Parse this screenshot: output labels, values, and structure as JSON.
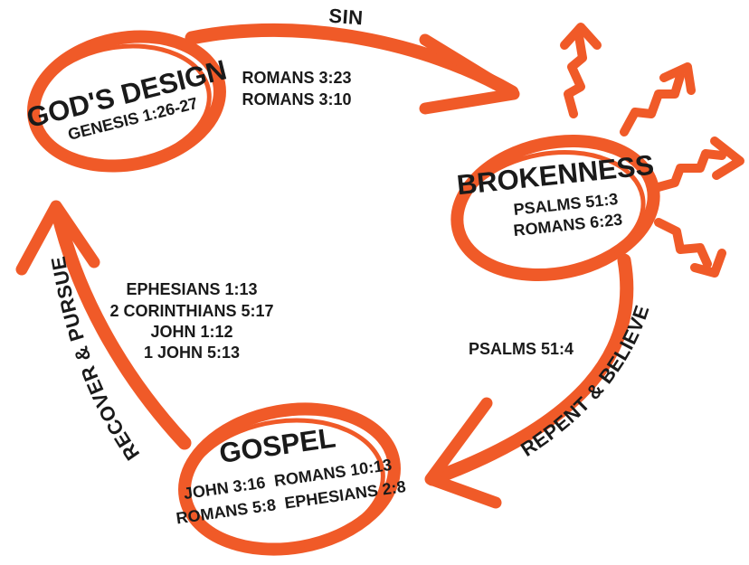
{
  "colors": {
    "accent": "#f05a28",
    "text": "#1a1a1a",
    "background": "#ffffff"
  },
  "nodes": {
    "design": {
      "title": "GOD'S DESIGN",
      "refs": [
        "GENESIS 1:26-27"
      ]
    },
    "brokenness": {
      "title": "BROKENNESS",
      "refs": [
        "PSALMS 51:3",
        "ROMANS 6:23"
      ]
    },
    "gospel": {
      "title": "GOSPEL",
      "refs": [
        "JOHN 3:16  ROMANS 10:13",
        "ROMANS 5:8  EPHESIANS 2:8"
      ]
    }
  },
  "edges": {
    "sin": {
      "label": "SIN",
      "verses": [
        "ROMANS 3:23",
        "ROMANS 3:10"
      ]
    },
    "repent": {
      "label": "REPENT & BELIEVE",
      "verses": [
        "PSALMS 51:4"
      ]
    },
    "recover": {
      "label": "RECOVER & PURSUE",
      "verses": [
        "EPHESIANS 1:13",
        "2 CORINTHIANS 5:17",
        "JOHN 1:12",
        "1 JOHN 5:13"
      ]
    }
  }
}
